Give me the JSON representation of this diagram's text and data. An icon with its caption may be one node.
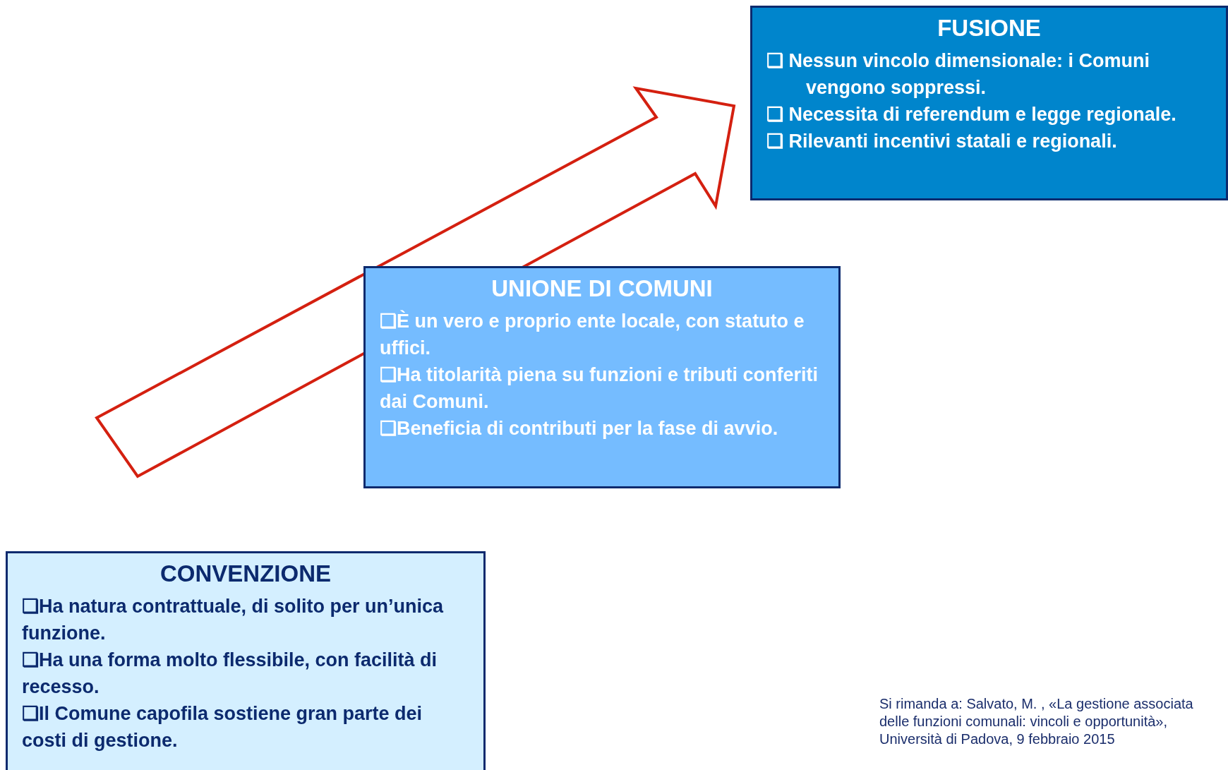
{
  "diagram": {
    "nodes": [
      {
        "text": [
          "FUSIONE",
          "❑ Nessun vincolo dimensionale: i Comuni vengono soppressi.",
          "❑ Necessita di referendum e legge regionale.",
          "❑ Rilevanti incentivi statali e regionali."
        ]
      },
      {
        "text": [
          "UNIONE DI COMUNI",
          "❑È un vero e proprio ente locale, con statuto e uffici.",
          "❑Ha titolarità piena su funzioni e tributi conferiti dai Comuni.",
          "❑Beneficia di contributi per la fase di avvio."
        ]
      },
      {
        "text": [
          "CONVENZIONE",
          "❑Ha natura contrattuale, di solito per un’unica funzione.",
          "❑Ha una forma molto flessibile, con facilità di recesso.",
          "❑Il Comune capofila sostiene gran parte dei costi di gestione."
        ]
      }
    ],
    "edges": [
      {
        "from": 2,
        "to": 0,
        "arrow": "to",
        "style": "thick",
        "color": "#d42010"
      }
    ],
    "labels": [
      "Si rimanda a: Salvato, M. , «La gestione associata delle funzioni comunali: vincoli e opportunità», Università di Padova, 9 febbraio 2015"
    ]
  }
}
